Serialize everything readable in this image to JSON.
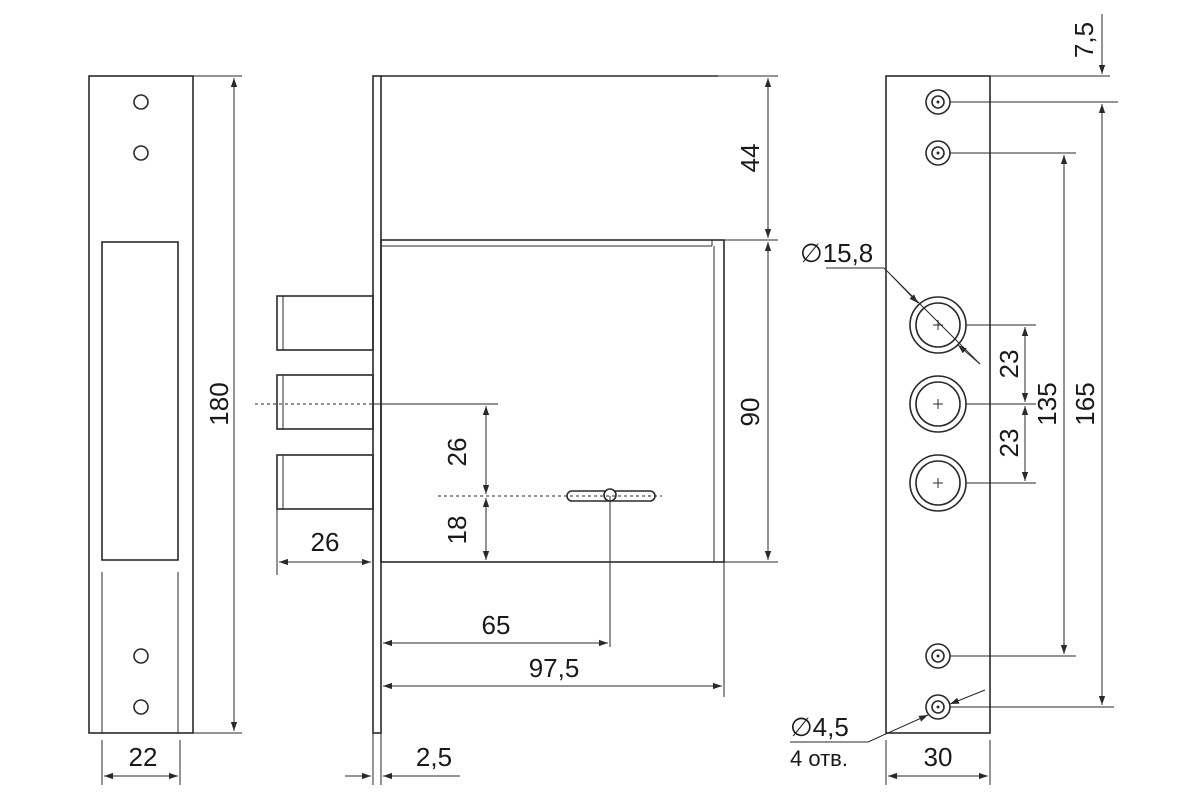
{
  "dimensions": {
    "strike_height": "180",
    "strike_width": "22",
    "top_section": "44",
    "case_height": "90",
    "bolt_offset": "26",
    "bolt_projection": "26",
    "key_offset": "18",
    "backset": "65",
    "case_depth": "97,5",
    "plate_thickness": "2,5",
    "top_margin": "7,5",
    "hole_span_outer": "165",
    "hole_span_inner": "135",
    "bolt_pitch_upper": "23",
    "bolt_pitch_lower": "23",
    "bolt_hole_diameter": "∅15,8",
    "mount_hole_diameter": "∅4,5",
    "mount_hole_count": "4 отв.",
    "faceplate_width": "30"
  }
}
